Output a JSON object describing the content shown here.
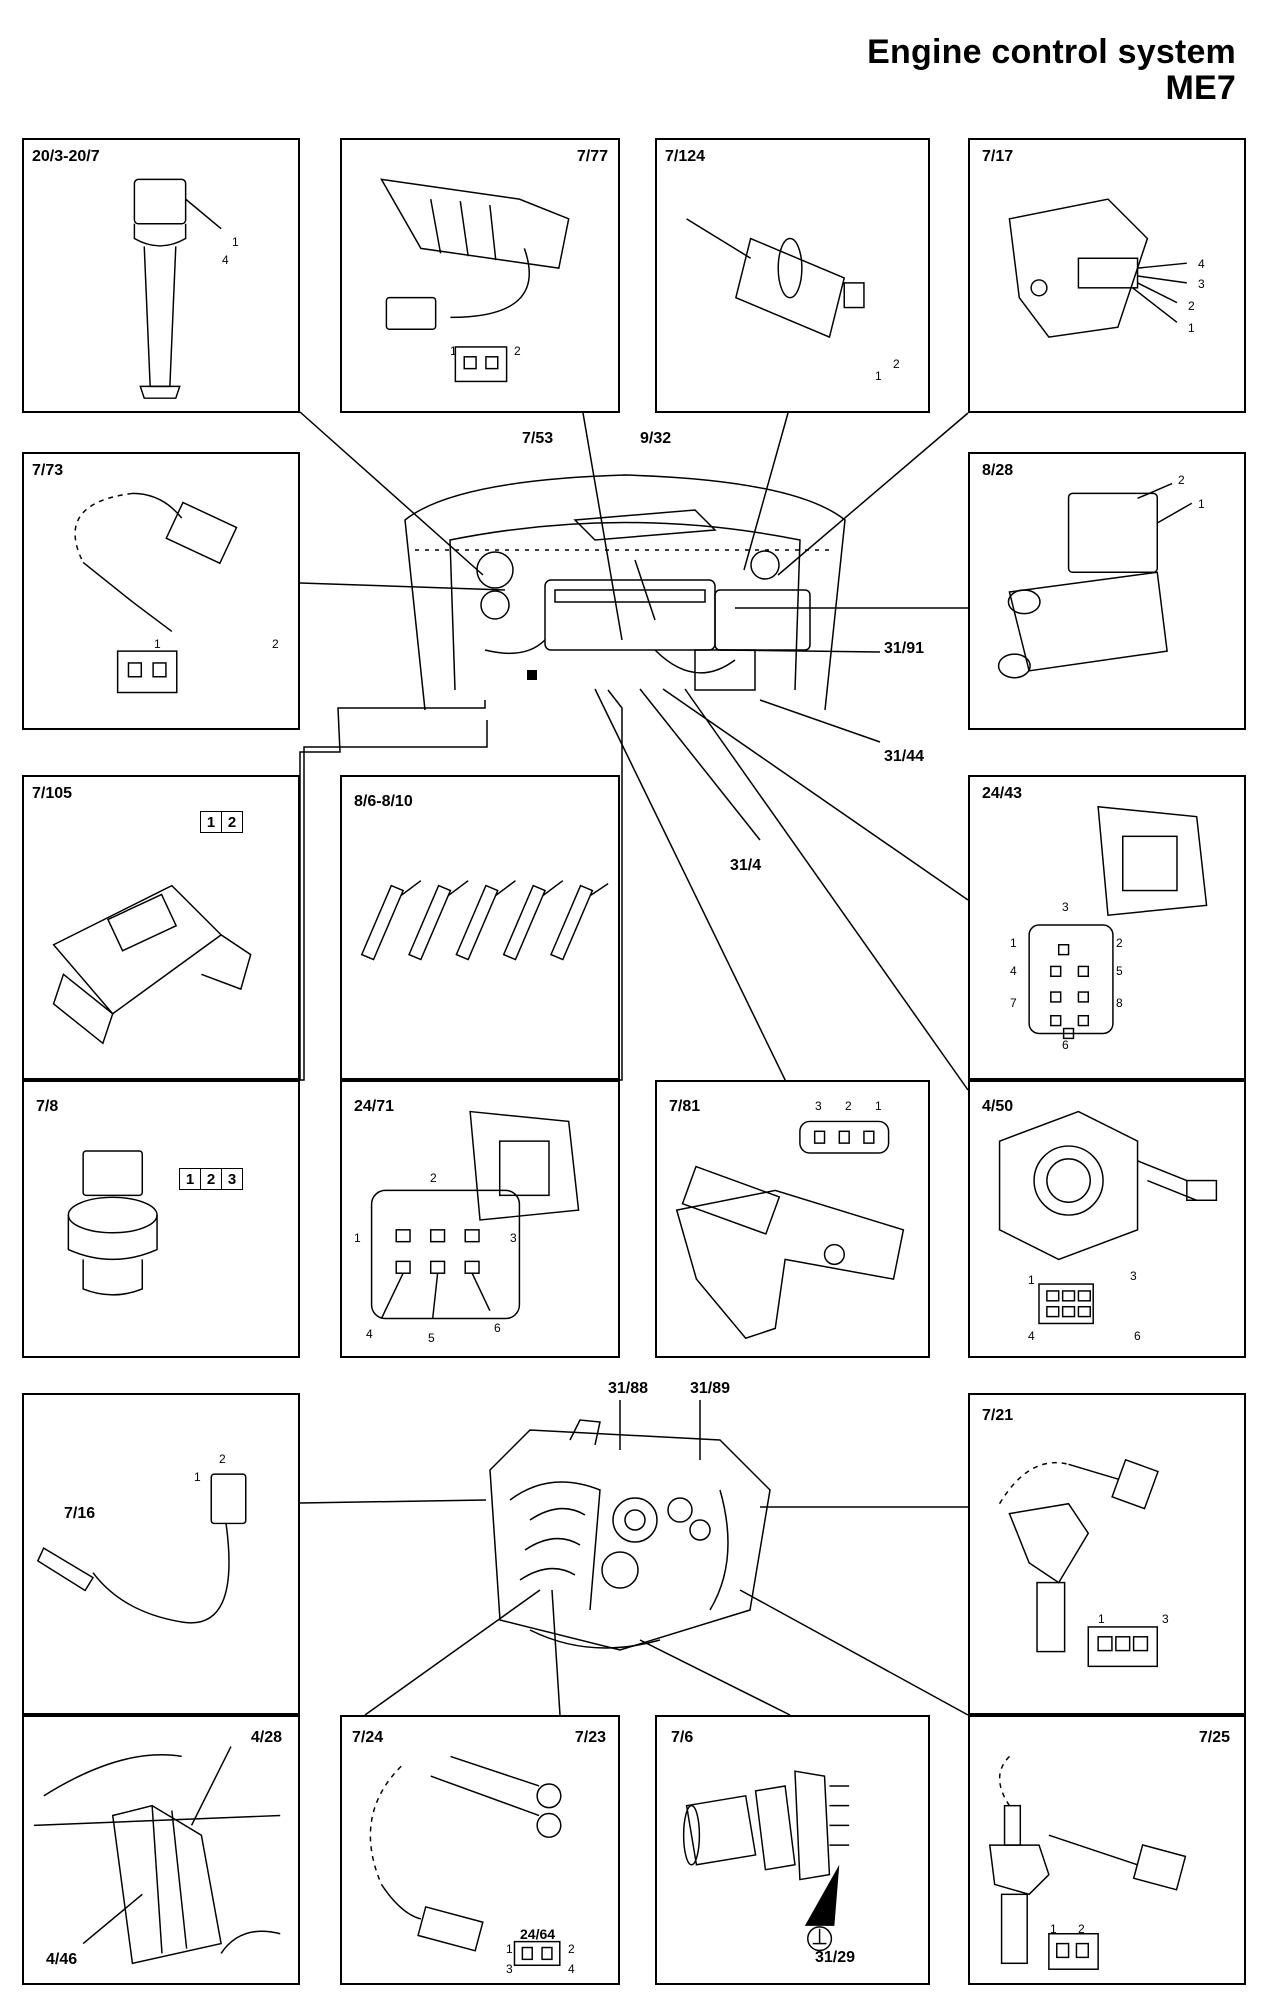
{
  "title": {
    "line1": "Engine control system",
    "line2": "ME7"
  },
  "panels": {
    "p20_3": {
      "label": "20/3-20/7",
      "pins": [
        "1",
        "4"
      ]
    },
    "p7_77": {
      "label": "7/77",
      "pins": [
        "1",
        "2"
      ]
    },
    "p7_124": {
      "label": "7/124",
      "pins": [
        "1",
        "2"
      ]
    },
    "p7_17": {
      "label": "7/17",
      "pins": [
        "4",
        "3",
        "2",
        "1"
      ]
    },
    "p7_73": {
      "label": "7/73",
      "pins": [
        "1",
        "2"
      ]
    },
    "p8_28": {
      "label": "8/28",
      "pins": [
        "2",
        "1"
      ]
    },
    "p7_105": {
      "label": "7/105",
      "pins": [
        "1",
        "2"
      ]
    },
    "p8_6": {
      "label": "8/6-8/10"
    },
    "p24_43": {
      "label": "24/43",
      "pins": [
        "3",
        "1",
        "2",
        "4",
        "5",
        "7",
        "8",
        "6"
      ]
    },
    "p7_8": {
      "label": "7/8",
      "pins": [
        "1",
        "2",
        "3"
      ]
    },
    "p24_71": {
      "label": "24/71",
      "pins": [
        "2",
        "1",
        "3",
        "4",
        "5",
        "6"
      ]
    },
    "p7_81": {
      "label": "7/81",
      "pins": [
        "3",
        "2",
        "1"
      ]
    },
    "p4_50": {
      "label": "4/50",
      "pins": [
        "1",
        "3",
        "4",
        "6"
      ]
    },
    "p7_16": {
      "label": "7/16",
      "pins": [
        "2",
        "1"
      ]
    },
    "p7_21": {
      "label": "7/21",
      "pins": [
        "1",
        "3"
      ]
    },
    "p4_28": {
      "label": "4/28",
      "label2": "4/46"
    },
    "p7_24": {
      "label": "7/24",
      "label2": "7/23",
      "sublabel": "24/64",
      "pins": [
        "1",
        "2",
        "3",
        "4"
      ]
    },
    "p7_6": {
      "label": "7/6",
      "label2": "31/29"
    },
    "p7_25": {
      "label": "7/25",
      "pins": [
        "1",
        "2"
      ]
    }
  },
  "floating_labels": {
    "l7_53": "7/53",
    "l9_32": "9/32",
    "l31_91": "31/91",
    "l31_44": "31/44",
    "l31_4": "31/4",
    "l31_88": "31/88",
    "l31_89": "31/89"
  }
}
